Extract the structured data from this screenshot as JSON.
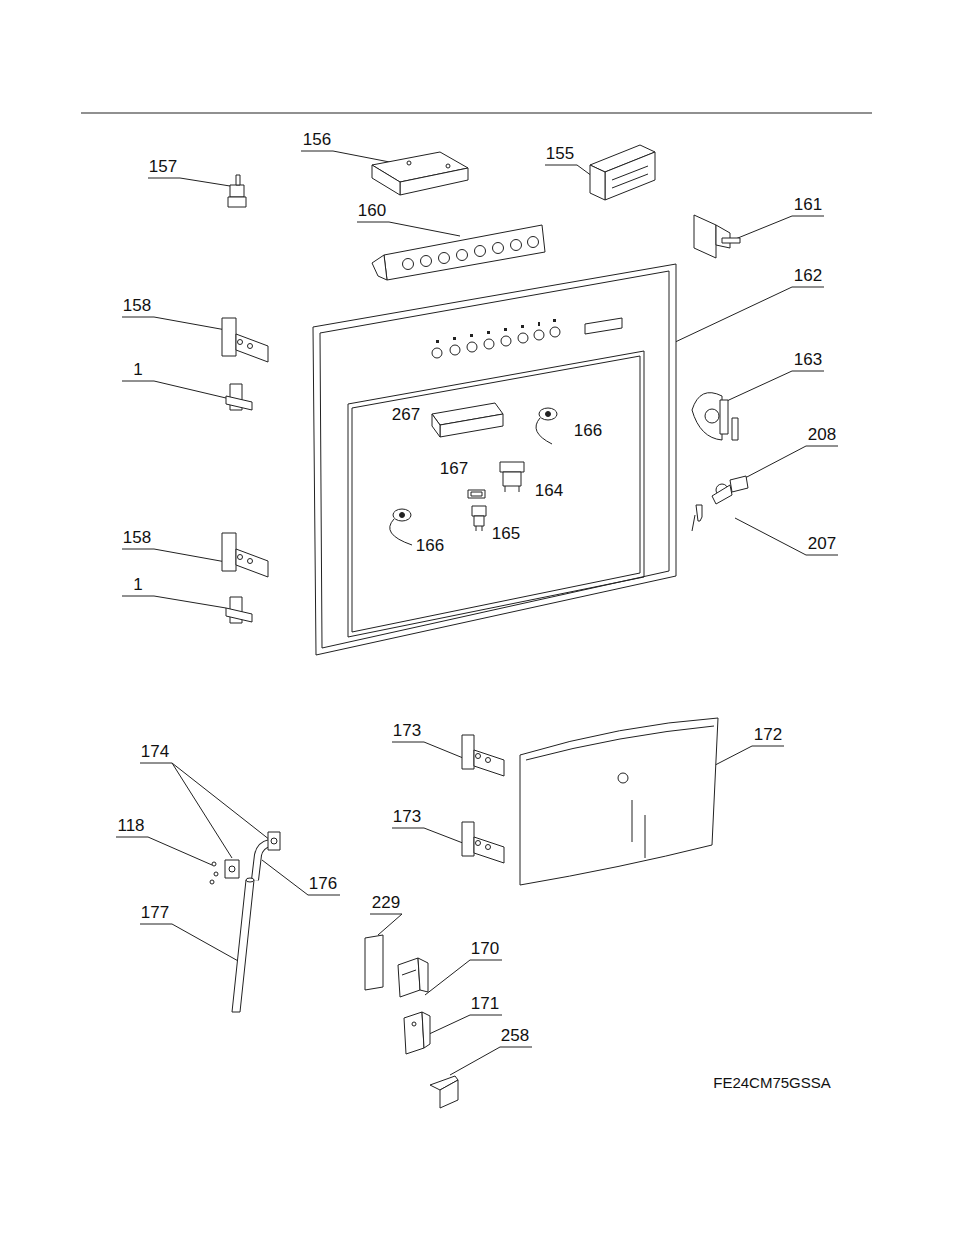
{
  "diagram": {
    "labels": [
      "156",
      "157",
      "155",
      "160",
      "161",
      "162",
      "158",
      "1",
      "163",
      "267",
      "166",
      "208",
      "167",
      "164",
      "166",
      "165",
      "207",
      "158",
      "1",
      "173",
      "172",
      "174",
      "118",
      "173",
      "176",
      "177",
      "229",
      "170",
      "171",
      "258",
      "FE24CM75GSSA"
    ]
  }
}
